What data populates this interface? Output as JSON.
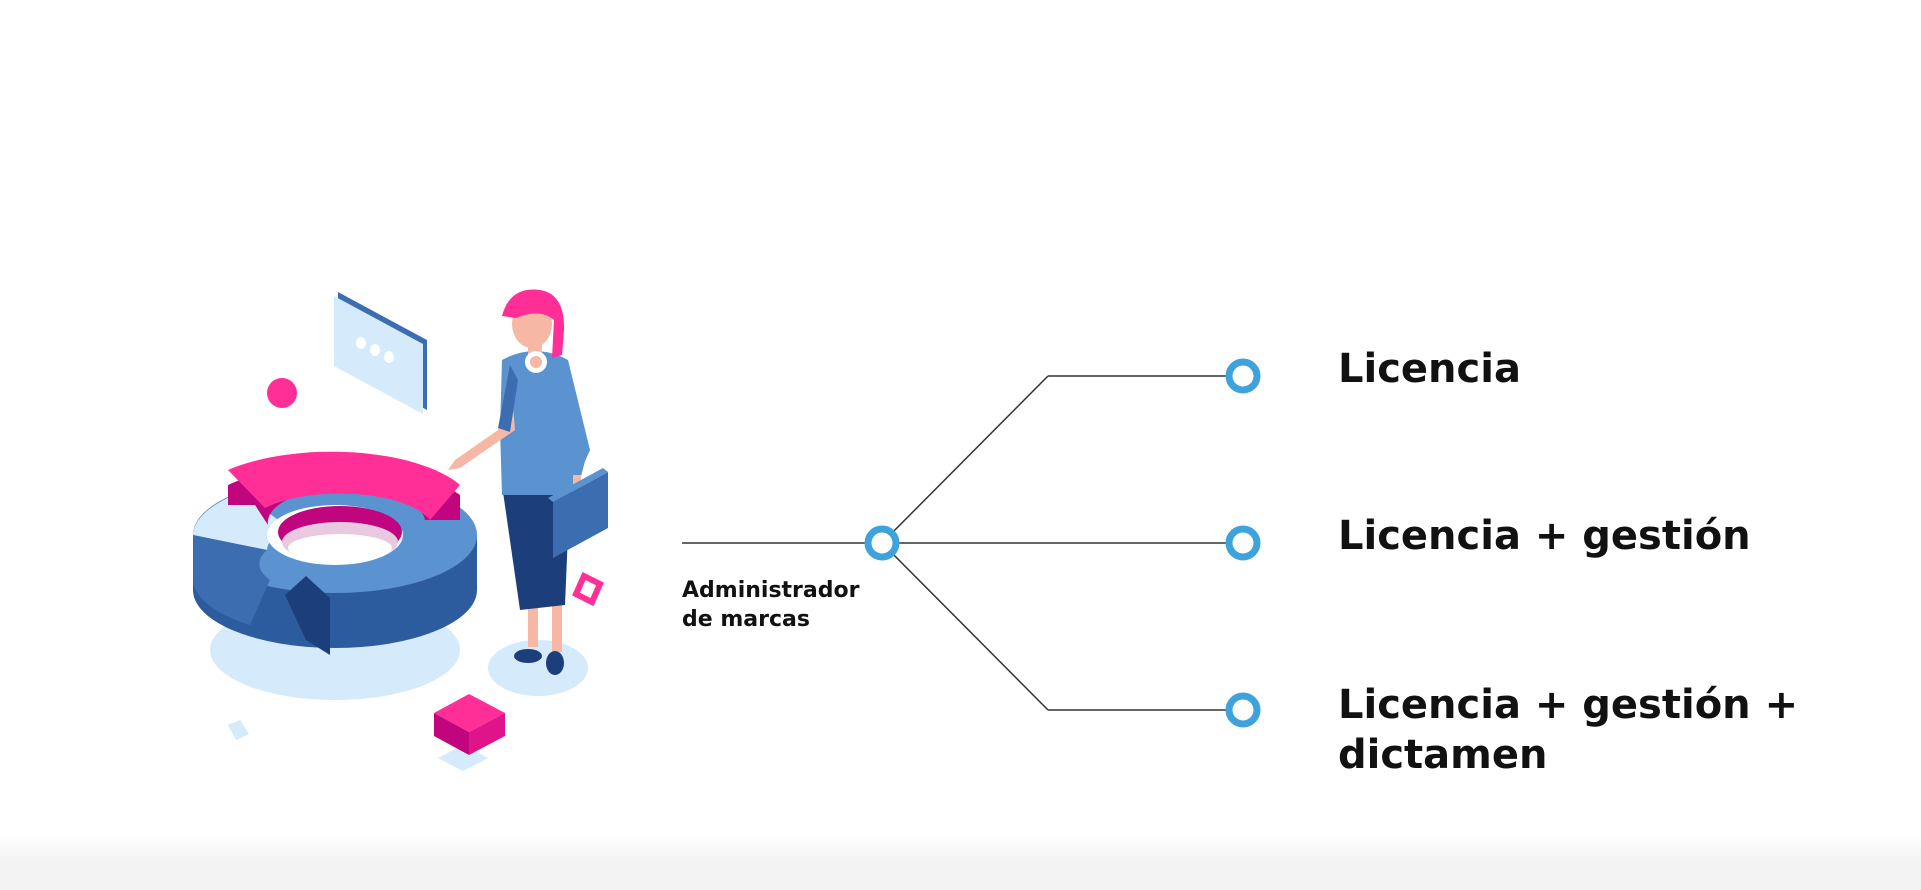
{
  "root": {
    "label_line1": "Administrador",
    "label_line2": "de marcas"
  },
  "options": [
    {
      "label": "Licencia"
    },
    {
      "label": "Licencia + gestión"
    },
    {
      "label_line1": "Licencia + gestión +",
      "label_line2": "dictamen"
    }
  ],
  "colors": {
    "node_ring": "#3ea3dc",
    "connector": "#333333",
    "accent_pink": "#ff2f97",
    "accent_magenta": "#c0057f",
    "accent_blue": "#3b6db0",
    "light_blue": "#d5eafa"
  },
  "illustration": {
    "icon": "woman-with-donut-chart-icon"
  }
}
